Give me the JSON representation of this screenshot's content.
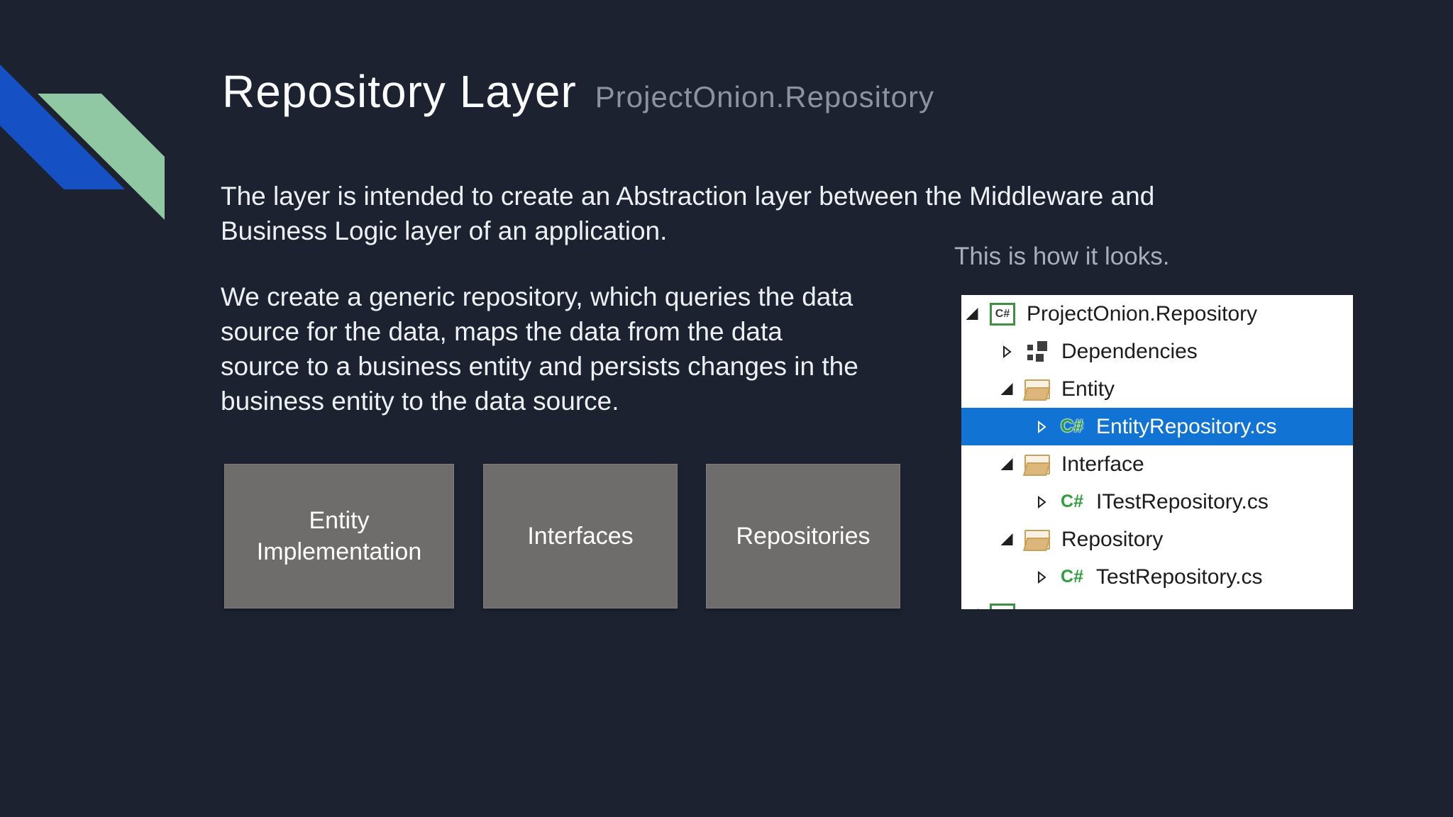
{
  "slide": {
    "title": "Repository Layer",
    "subtitle": "ProjectOnion.Repository",
    "body": [
      {
        "lines": [
          "The layer is intended to create an Abstraction layer between the Middleware and",
          "Business Logic layer of an application."
        ]
      },
      {
        "lines": [
          "We create a generic repository, which queries the data",
          "source for the data, maps the data from the data",
          "source to a business entity and persists changes in the",
          "business entity to the data source."
        ]
      }
    ],
    "caption": "This is how it looks.",
    "boxes": [
      {
        "label": "Entity Implementation"
      },
      {
        "label": "Interfaces"
      },
      {
        "label": "Repositories"
      }
    ],
    "colors": {
      "background": "#1d2230",
      "ribbon_blue": "#1551c5",
      "ribbon_green": "#90c8a4",
      "box_gray": "#6e6d6c",
      "selection_blue": "#1173d4",
      "folder_tan": "#dcb67a",
      "csharp_green": "#2f9e3d"
    }
  },
  "solution_explorer": {
    "rows": [
      {
        "label": "ProjectOnion.Repository",
        "level": 0,
        "icon": "csharp-project-icon",
        "expander": "expanded",
        "selected": false,
        "clipped": false
      },
      {
        "label": "Dependencies",
        "level": 1,
        "icon": "dependencies-icon",
        "expander": "collapsed",
        "selected": false,
        "clipped": false
      },
      {
        "label": "Entity",
        "level": 1,
        "icon": "folder-icon",
        "expander": "expanded",
        "selected": false,
        "clipped": false
      },
      {
        "label": "EntityRepository.cs",
        "level": 2,
        "icon": "csharp-file-icon",
        "expander": "collapsed",
        "selected": true,
        "clipped": false
      },
      {
        "label": "Interface",
        "level": 1,
        "icon": "folder-icon",
        "expander": "expanded",
        "selected": false,
        "clipped": false
      },
      {
        "label": "ITestRepository.cs",
        "level": 2,
        "icon": "csharp-file-icon",
        "expander": "collapsed",
        "selected": false,
        "clipped": false
      },
      {
        "label": "Repository",
        "level": 1,
        "icon": "folder-icon",
        "expander": "expanded",
        "selected": false,
        "clipped": false
      },
      {
        "label": "TestRepository.cs",
        "level": 2,
        "icon": "csharp-file-icon",
        "expander": "collapsed",
        "selected": false,
        "clipped": false
      },
      {
        "label": "",
        "level": 0,
        "icon": "csharp-project-icon",
        "expander": "expanded",
        "selected": false,
        "clipped": true
      }
    ]
  }
}
